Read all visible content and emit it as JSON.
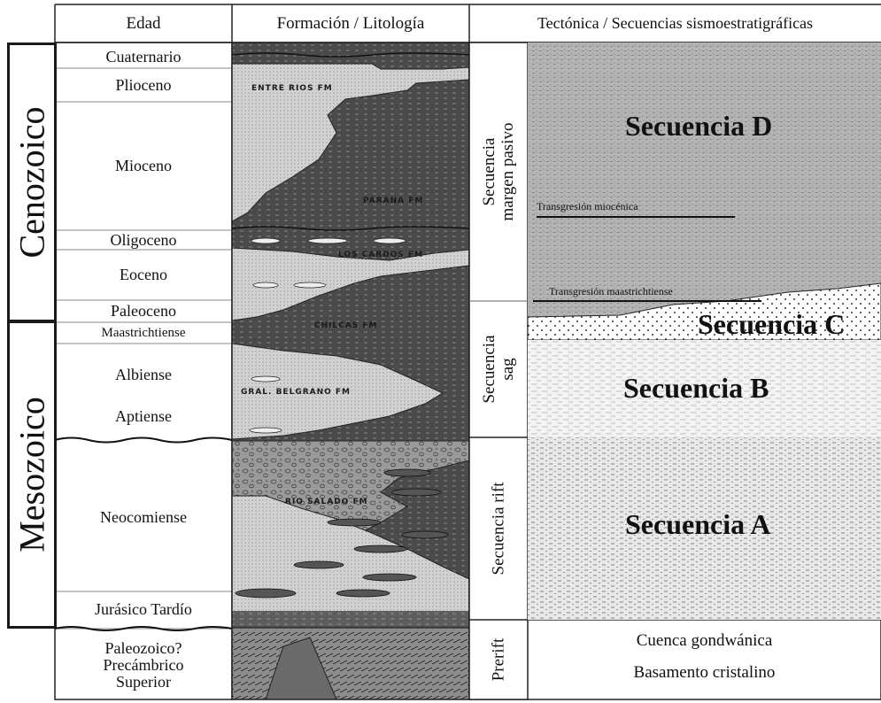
{
  "headers": {
    "age": "Edad",
    "formation": "Formación / Litología",
    "tectonics": "Tectónica / Secuencias sismoestratigráficas"
  },
  "eras": {
    "cenozoic": "Cenozoico",
    "mesozoic": "Mesozoico"
  },
  "ages": {
    "cuaternario": "Cuaternario",
    "plioceno": "Plioceno",
    "mioceno": "Mioceno",
    "oligoceno": "Oligoceno",
    "eoceno": "Eoceno",
    "paleoceno": "Paleoceno",
    "maastrichtiense": "Maastrichtiense",
    "albiense": "Albiense",
    "aptiense": "Aptiense",
    "neocomiense": "Neocomiense",
    "jurasico": "Jurásico Tardío",
    "paleozoico_1": "Paleozoico?",
    "paleozoico_2": "Precámbrico",
    "paleozoico_3": "Superior"
  },
  "formations": {
    "entre_rios": "ENTRE RIOS FM",
    "parana": "PARANA FM",
    "los_cardos": "LOS CARDOS FM",
    "chilcas": "CHILCAS FM",
    "belgrano": "GRAL. BELGRANO FM",
    "rio_salado": "RIO SALADO FM"
  },
  "tectonics": {
    "margen_1": "Secuencia",
    "margen_2": "margen pasivo",
    "sag_1": "Secuencia",
    "sag_2": "sag",
    "rift": "Secuencia rift",
    "prerift": "Prerift"
  },
  "sequences": {
    "d": "Secuencia D",
    "c": "Secuencia C",
    "b": "Secuencia B",
    "a": "Secuencia A",
    "cuenca": "Cuenca gondwánica",
    "basamento": "Basamento cristalino"
  },
  "transgressions": {
    "miocene": "Transgresión miocénica",
    "maastrichtian": "Transgresión maastrichtiense"
  }
}
